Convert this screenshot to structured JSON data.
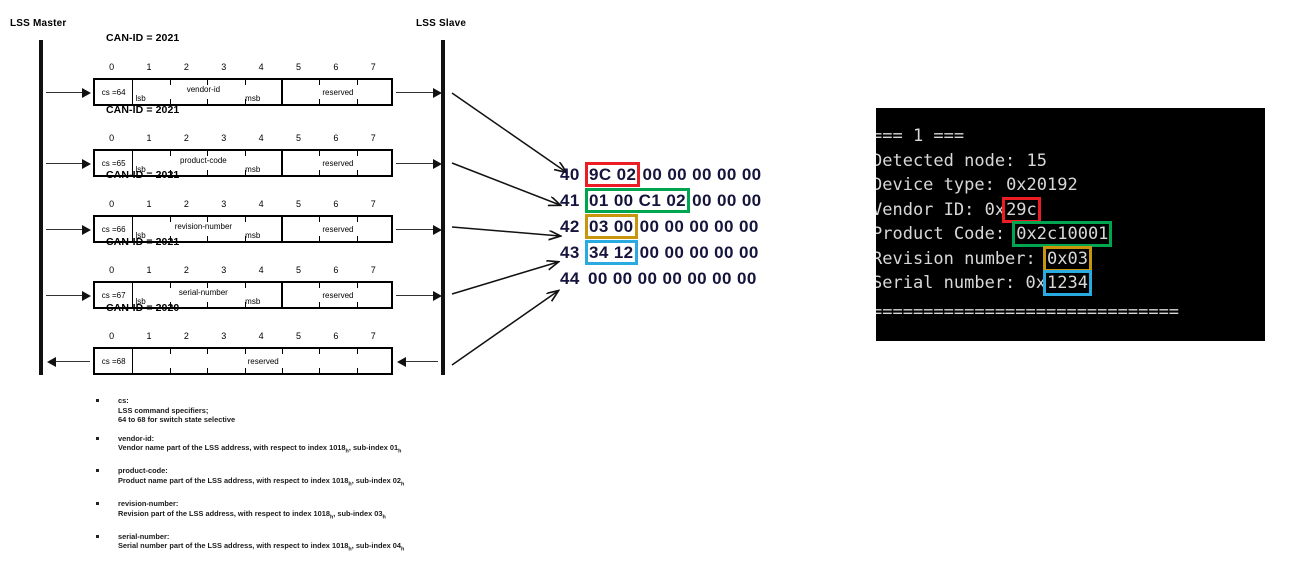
{
  "diagram": {
    "master_label": "LSS Master",
    "slave_label": "LSS Slave",
    "bit_numbers": [
      "0",
      "1",
      "2",
      "3",
      "4",
      "5",
      "6",
      "7"
    ],
    "frames": [
      {
        "canid": "CAN-ID = 2021",
        "cs": "cs =64",
        "lsb": "lsb",
        "data": "vendor-id",
        "msb": "msb",
        "reserved": "reserved",
        "direction": "to-slave"
      },
      {
        "canid": "CAN-ID = 2021",
        "cs": "cs =65",
        "lsb": "lsb",
        "data": "product-code",
        "msb": "msb",
        "reserved": "reserved",
        "direction": "to-slave"
      },
      {
        "canid": "CAN-ID = 2021",
        "cs": "cs =66",
        "lsb": "lsb",
        "data": "revision-number",
        "msb": "msb",
        "reserved": "reserved",
        "direction": "to-slave"
      },
      {
        "canid": "CAN-ID = 2021",
        "cs": "cs =67",
        "lsb": "lsb",
        "data": "serial-number",
        "msb": "msb",
        "reserved": "reserved",
        "direction": "to-slave"
      },
      {
        "canid": "CAN-ID = 2020",
        "cs": "cs =68",
        "lsb": "",
        "data": "reserved",
        "msb": "",
        "reserved": "",
        "direction": "to-master"
      }
    ]
  },
  "notes": [
    {
      "term": "cs:",
      "lines": [
        "LSS command specifiers;",
        "64 to 68 for switch state selective"
      ]
    },
    {
      "term": "vendor-id:",
      "lines": [
        "Vendor name part of the LSS address, with respect to index 1018h, sub-index 01h"
      ]
    },
    {
      "term": "product-code:",
      "lines": [
        "Product name part of the LSS address, with respect to index 1018h, sub-index 02h"
      ]
    },
    {
      "term": "revision-number:",
      "lines": [
        "Revision part of the LSS address, with respect to index 1018h, sub-index 03h"
      ]
    },
    {
      "term": "serial-number:",
      "lines": [
        "Serial number part of the LSS address, with respect to index 1018h, sub-index 04h"
      ]
    }
  ],
  "hexdump": {
    "rows": [
      {
        "index": "40",
        "highlight": "9C 02",
        "highlight_color": "red",
        "rest": "00 00 00 00 00"
      },
      {
        "index": "41",
        "highlight": "01 00 C1 02",
        "highlight_color": "green",
        "rest": "00 00 00"
      },
      {
        "index": "42",
        "highlight": "03 00",
        "highlight_color": "gold",
        "rest": "00 00 00 00 00"
      },
      {
        "index": "43",
        "highlight": "34 12",
        "highlight_color": "blue",
        "rest": "00 00 00 00 00"
      },
      {
        "index": "44",
        "highlight": "",
        "highlight_color": "none",
        "rest": "00 00 00 00 00 00 00"
      }
    ]
  },
  "terminal": {
    "header": "=== 1 ===",
    "lines": [
      {
        "label": "Detected node: ",
        "value": "15",
        "mark": "none"
      },
      {
        "label": "Device type: ",
        "value": "0x20192",
        "mark": "none"
      },
      {
        "label": "Vendor ID: 0x",
        "value": "29c",
        "mark": "red"
      },
      {
        "label": "Product Code: ",
        "value": "0x2c10001",
        "mark": "green"
      },
      {
        "label": "Revision number: ",
        "value": "0x03",
        "mark": "gold"
      },
      {
        "label": "Serial number: 0x",
        "value": "1234",
        "mark": "blue"
      }
    ],
    "separator": "=============================="
  },
  "colors": {
    "red": "#ec1c24",
    "green": "#00a550",
    "gold": "#c8960c",
    "blue": "#29abe2",
    "terminal_bg": "#000000",
    "terminal_fg": "#d8d8d8"
  }
}
